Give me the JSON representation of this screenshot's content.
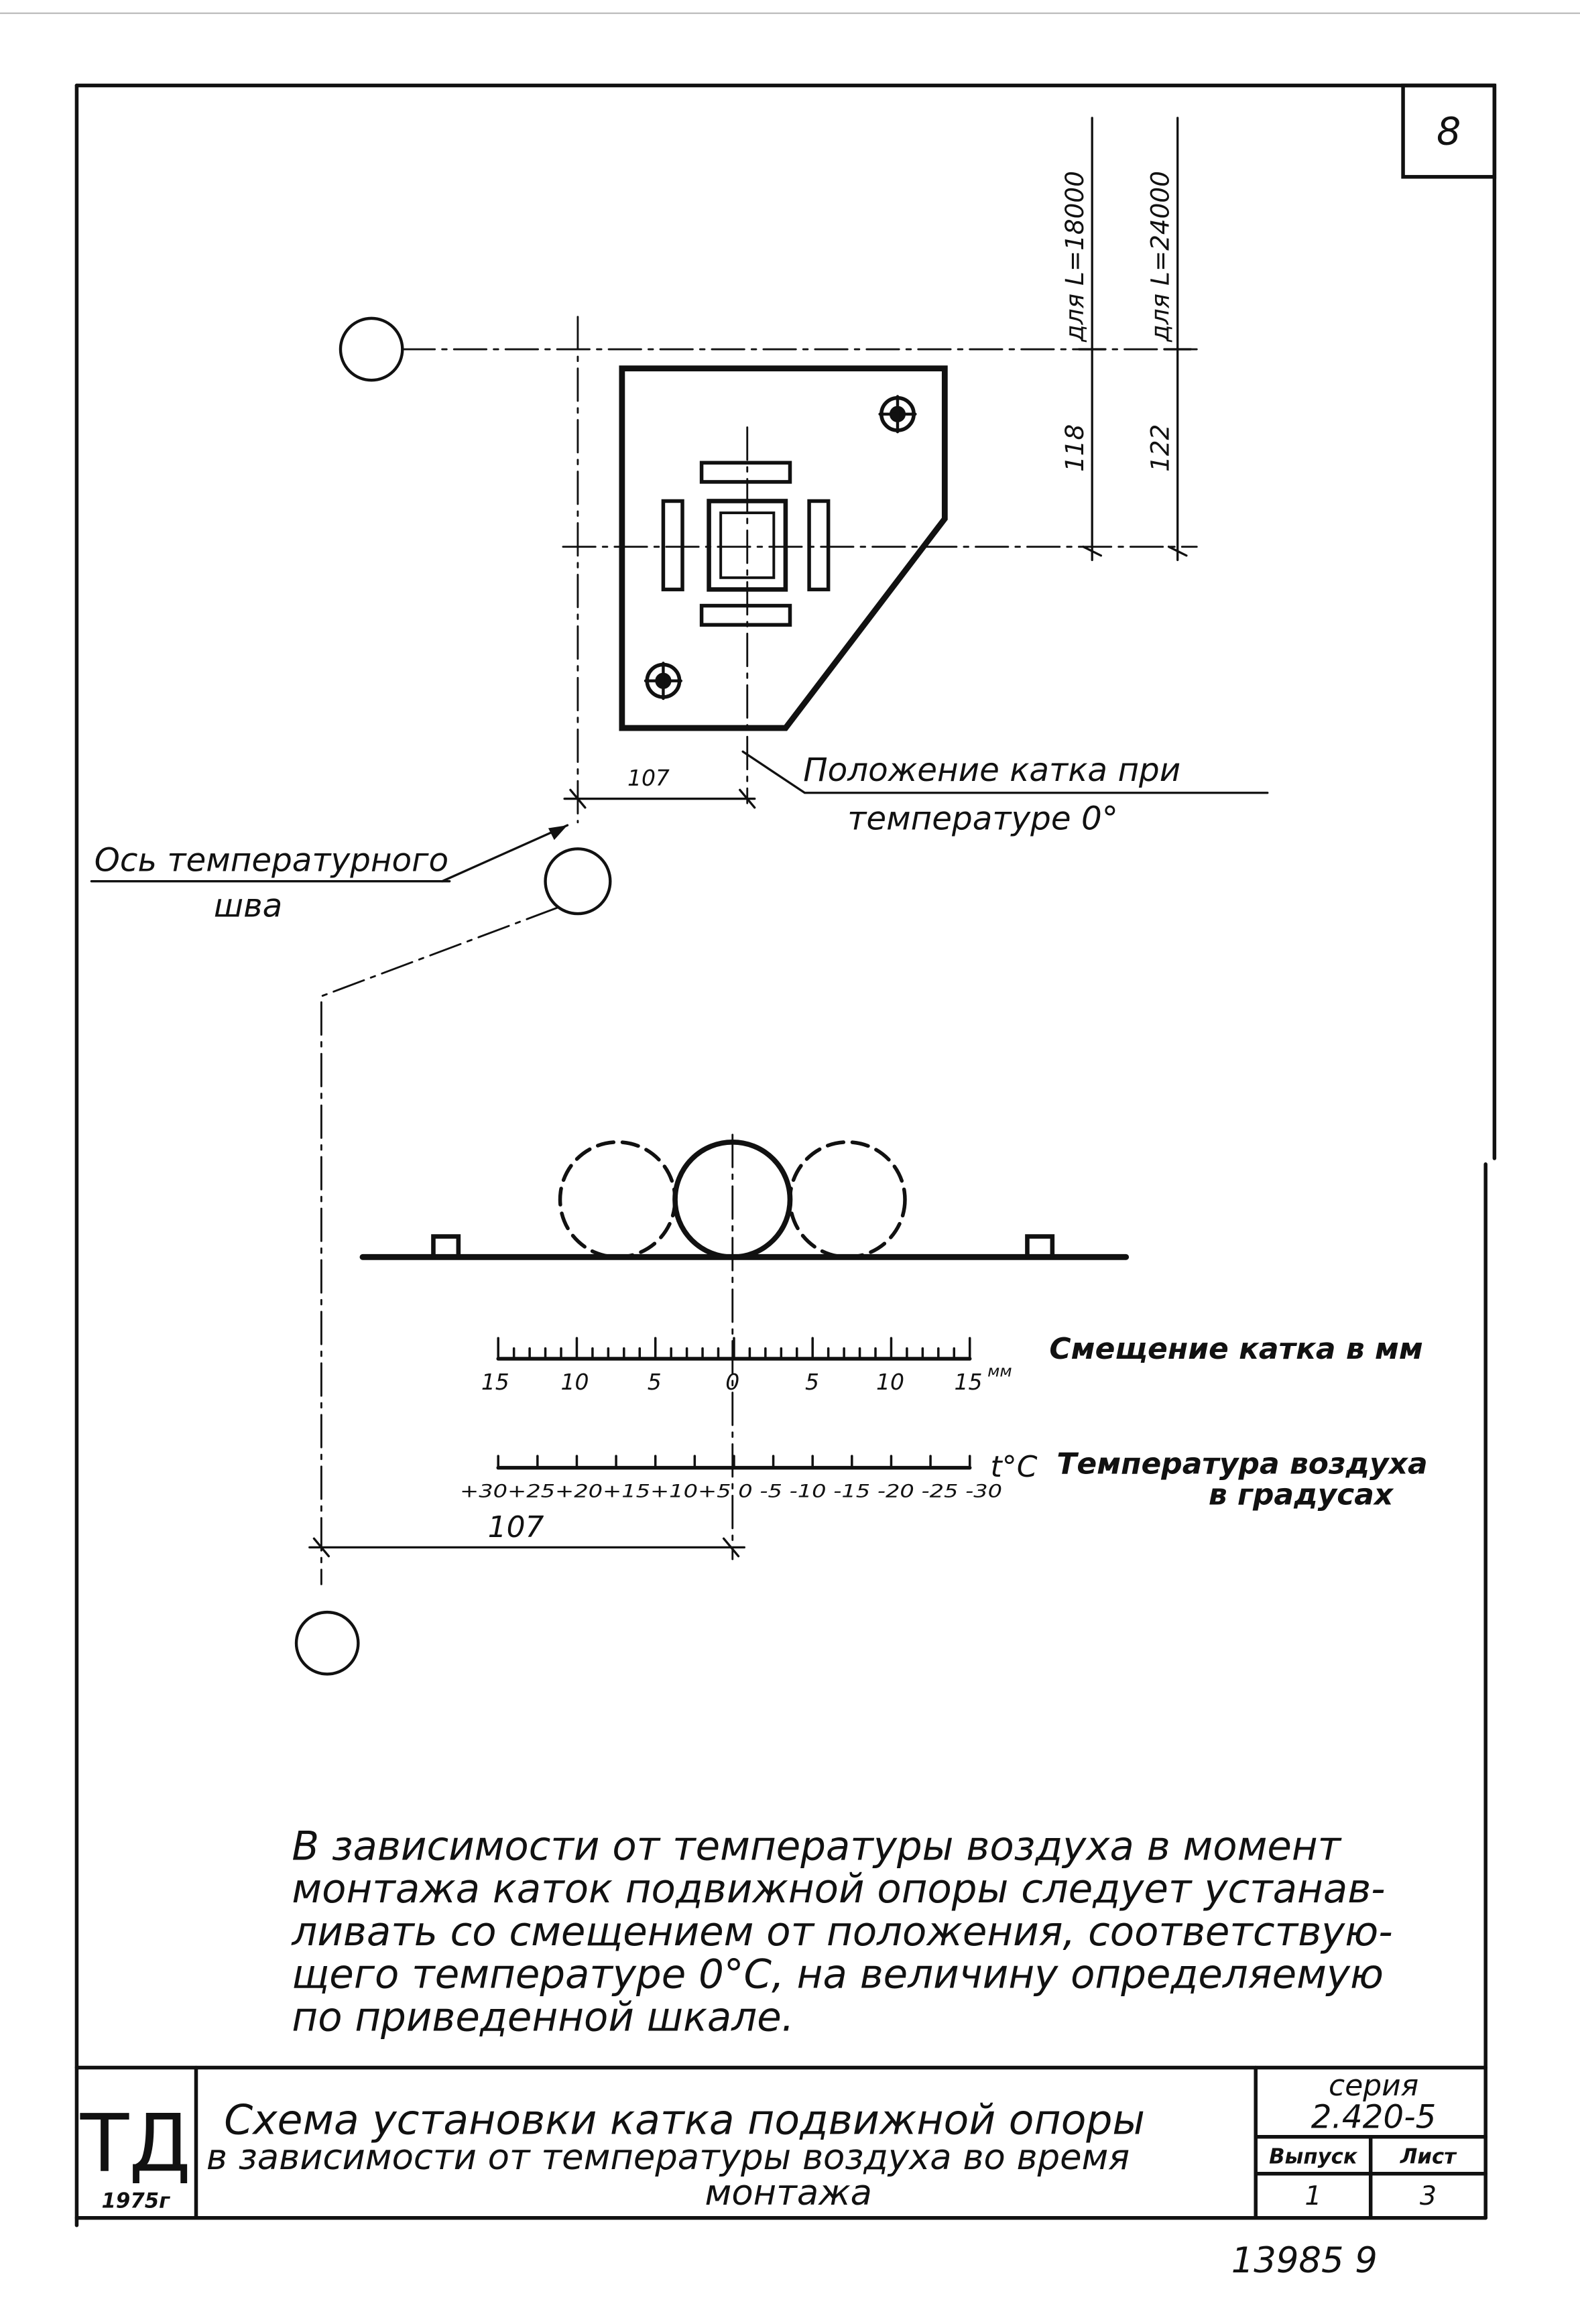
{
  "sheet_number": "8",
  "dimensions": {
    "span_label_1": "для L=18000",
    "span_label_2": "для L=24000",
    "offset_1": "118",
    "offset_2": "122",
    "horizontal_top": "107",
    "horizontal_bottom": "107"
  },
  "labels": {
    "roller_position_line1": "Положение катка при",
    "roller_position_line2": "температуре 0°",
    "joint_axis_line1": "Ось температурного",
    "joint_axis_line2": "шва"
  },
  "scale_displacement": {
    "unit": "мм",
    "title": "Смещение катка в мм",
    "ticks": [
      "15",
      "10",
      "5",
      "0",
      "5",
      "10",
      "15"
    ]
  },
  "scale_temperature": {
    "unit": "t°C",
    "title_line1": "Температура воздуха",
    "title_line2": "в градусах",
    "ticks": "+30+25+20+15+10+5  0 -5 -10 -15 -20 -25 -30"
  },
  "note": {
    "line1": "В зависимости от температуры воздуха в момент",
    "line2": "монтажа каток подвижной опоры следует устанав-",
    "line3": "ливать со смещением от положения, соответствую-",
    "line4": "щего температуре 0°С, на величину определяемую",
    "line5": "по приведенной шкале."
  },
  "title_block": {
    "logo": "ТД",
    "year": "1975г",
    "title_line1": "Схема установки катка подвижной опоры",
    "title_line2": "в зависимости от температуры воздуха во время",
    "title_line3": "монтажа",
    "series_label": "серия",
    "series_value": "2.420-5",
    "issue_label": "Выпуск",
    "issue_value": "1",
    "sheet_label": "Лист",
    "sheet_value": "3"
  },
  "footer_number": "13985  9"
}
